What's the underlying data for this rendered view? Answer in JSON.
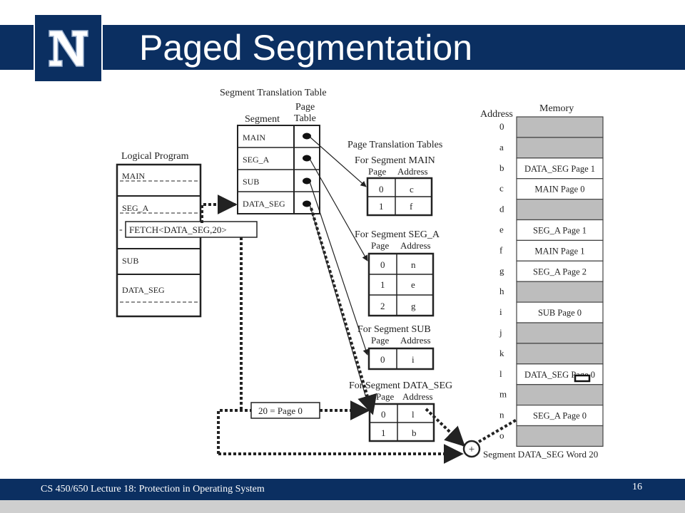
{
  "slide": {
    "title": "Paged Segmentation",
    "footer": "CS 450/650 Lecture 18: Protection in Operating System",
    "page_number": "16",
    "logo_letter": "N",
    "colors": {
      "brand": "#0b2f61",
      "bottom_strip": "#cfcfcf"
    }
  },
  "diagram": {
    "segment_table": {
      "title": "Segment Translation Table",
      "col_segment": "Segment",
      "col_page_table_1": "Page",
      "col_page_table_2": "Table",
      "rows": [
        "MAIN",
        "SEG_A",
        "SUB",
        "DATA_SEG"
      ]
    },
    "logical_program": {
      "title": "Logical Program",
      "rows": [
        "MAIN",
        "SEG_A",
        "SUB",
        "DATA_SEG"
      ],
      "fetch_instruction": "FETCH<DATA_SEG,20>",
      "dash_marker": "-"
    },
    "page_tables": {
      "title": "Page Translation Tables",
      "col_page": "Page",
      "col_address": "Address",
      "main": {
        "title": "For Segment MAIN",
        "rows": [
          [
            "0",
            "c"
          ],
          [
            "1",
            "f"
          ]
        ]
      },
      "seg_a": {
        "title": "For Segment SEG_A",
        "rows": [
          [
            "0",
            "n"
          ],
          [
            "1",
            "e"
          ],
          [
            "2",
            "g"
          ]
        ]
      },
      "sub": {
        "title": "For Segment SUB",
        "rows": [
          [
            "0",
            "i"
          ]
        ]
      },
      "data_seg": {
        "title": "For Segment DATA_SEG",
        "rows": [
          [
            "0",
            "l"
          ],
          [
            "1",
            "b"
          ]
        ]
      }
    },
    "offset_label": "20 = Page 0",
    "adder_symbol": "+",
    "result_label": "Segment DATA_SEG Word 20",
    "memory": {
      "title": "Memory",
      "address_title": "Address",
      "addresses": [
        "0",
        "a",
        "b",
        "c",
        "d",
        "e",
        "f",
        "g",
        "h",
        "i",
        "j",
        "k",
        "l",
        "m",
        "n",
        "o"
      ],
      "cells": [
        "",
        "",
        "DATA_SEG Page 1",
        "MAIN Page 0",
        "",
        "SEG_A Page 1",
        "MAIN Page 1",
        "SEG_A Page 2",
        "",
        "SUB Page 0",
        "",
        "",
        "DATA_SEG Page 0",
        "",
        "SEG_A Page 0",
        ""
      ]
    }
  }
}
